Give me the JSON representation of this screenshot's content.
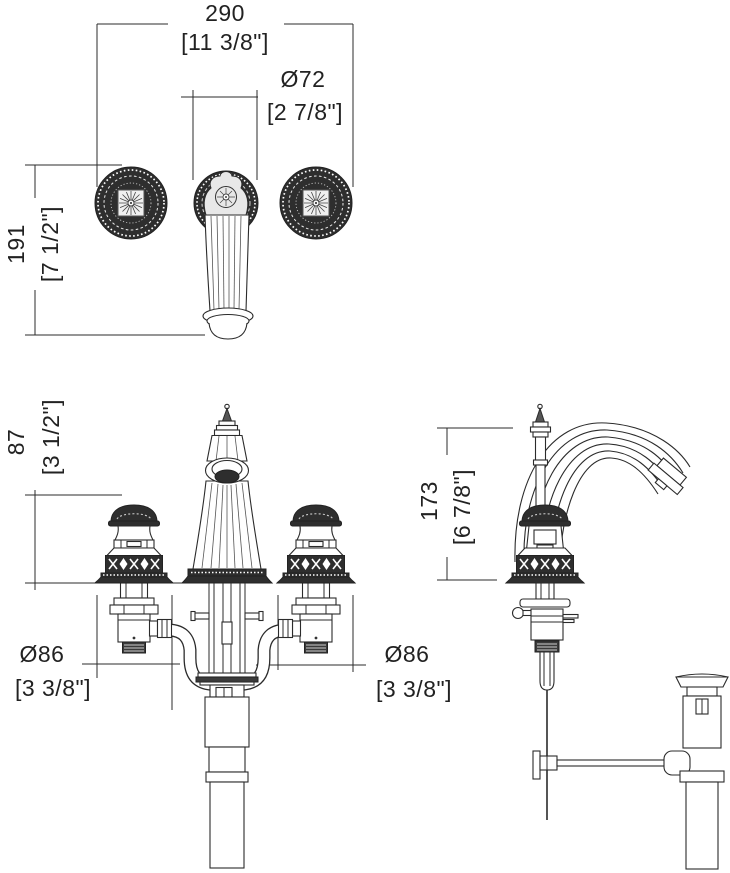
{
  "colors": {
    "ink": "#2b2b2b",
    "paper": "#ffffff"
  },
  "views": {
    "wall_mount_front": {
      "dim_spread_mm": "290",
      "dim_spread_in": "[11 3/8\"]",
      "dim_rosette_mm": "Ø72",
      "dim_rosette_in": "[2 7/8\"]",
      "dim_height_mm": "191",
      "dim_height_in": "[7 1/2\"]"
    },
    "widespread_front": {
      "dim_handle_height_mm": "87",
      "dim_handle_height_in": "[3 1/2\"]",
      "dim_left_base_mm": "Ø86",
      "dim_left_base_in": "[3 3/8\"]",
      "dim_right_base_mm": "Ø86",
      "dim_right_base_in": "[3 3/8\"]"
    },
    "widespread_side": {
      "dim_height_mm": "173",
      "dim_height_in": "[6 7/8\"]"
    }
  }
}
